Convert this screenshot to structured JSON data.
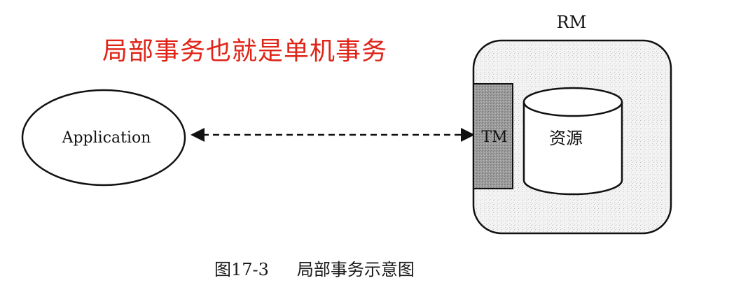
{
  "annotation": "局部事务也就是单机事务",
  "diagram": {
    "application_label": "Application",
    "rm_label": "RM",
    "tm_label": "TM",
    "resource_label": "资源"
  },
  "caption": {
    "number": "图17-3",
    "title": "局部事务示意图"
  },
  "colors": {
    "annotation": "#e02418",
    "stroke": "#111111",
    "tm_fill": "#9a9a9a"
  }
}
